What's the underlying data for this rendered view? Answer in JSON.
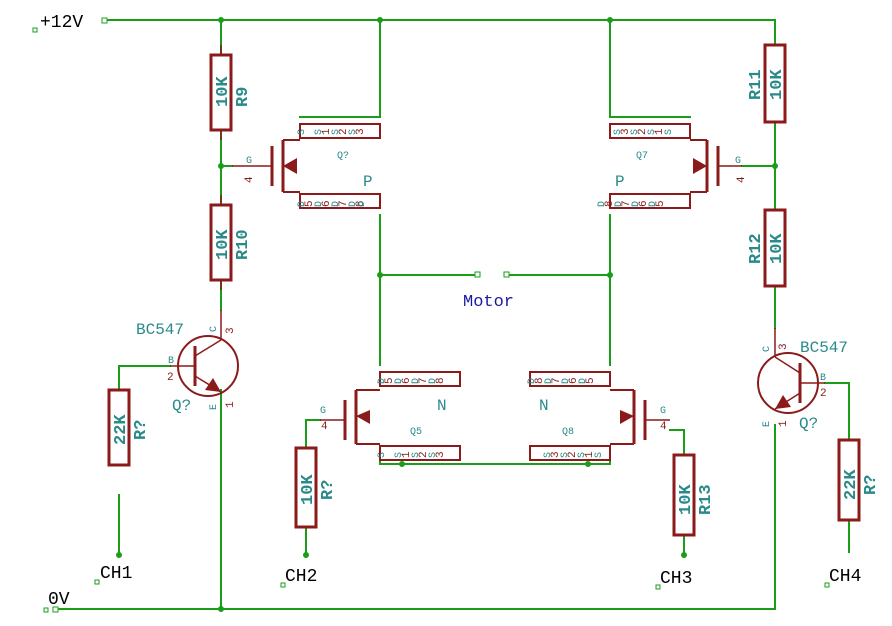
{
  "nets": {
    "vcc": "+12V",
    "gnd": "0V",
    "motor": "Motor",
    "ch1": "CH1",
    "ch2": "CH2",
    "ch3": "CH3",
    "ch4": "CH4"
  },
  "resistors": {
    "r9": {
      "ref": "R9",
      "value": "10K"
    },
    "r10": {
      "ref": "R10",
      "value": "10K"
    },
    "r11": {
      "ref": "R11",
      "value": "10K"
    },
    "r12": {
      "ref": "R12",
      "value": "10K"
    },
    "r13": {
      "ref": "R13",
      "value": "10K"
    },
    "r_ch1": {
      "ref": "R?",
      "value": "22K"
    },
    "r_ch2": {
      "ref": "R?",
      "value": "10K"
    },
    "r_ch4": {
      "ref": "R?",
      "value": "22K"
    }
  },
  "transistors": {
    "q_left": {
      "ref": "Q?",
      "value": "BC547"
    },
    "q_right": {
      "ref": "Q?",
      "value": "BC547"
    }
  },
  "mosfets": {
    "q_top_left": {
      "ref": "Q?",
      "type": "P"
    },
    "q7": {
      "ref": "Q7",
      "type": "P"
    },
    "q5": {
      "ref": "Q5",
      "type": "N"
    },
    "q8": {
      "ref": "Q8",
      "type": "N"
    }
  },
  "pins": {
    "g": "G",
    "g_num": "4",
    "s": "S",
    "d": "D",
    "b": "B",
    "c": "C",
    "e": "E",
    "b_num": "2",
    "c_num": "3",
    "e_num": "1",
    "d_left_nums": [
      "5",
      "6",
      "7",
      "8"
    ],
    "d_right_nums": [
      "8",
      "7",
      "6",
      "5"
    ],
    "s_left_nums": [
      "1",
      "2",
      "3"
    ],
    "s_right_nums": [
      "3",
      "2",
      "1"
    ]
  },
  "colors": {
    "wire": "#1a9e1a",
    "component": "#8b1a1a",
    "reference": "#2a8a8a",
    "net_label": "#1a1aa0"
  }
}
